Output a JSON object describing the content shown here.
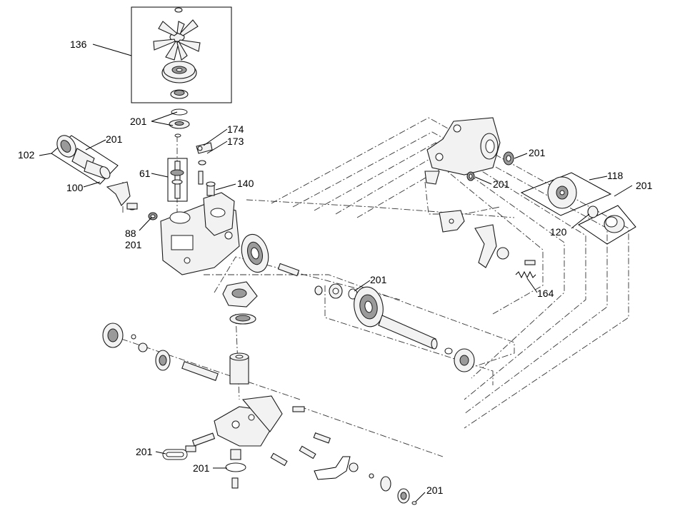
{
  "diagram": {
    "callouts": [
      {
        "id": "c136",
        "text": "136"
      },
      {
        "id": "c201a",
        "text": "201"
      },
      {
        "id": "c174",
        "text": "174"
      },
      {
        "id": "c173",
        "text": "173"
      },
      {
        "id": "c102",
        "text": "102"
      },
      {
        "id": "c201b",
        "text": "201"
      },
      {
        "id": "c100",
        "text": "100"
      },
      {
        "id": "c61",
        "text": "61"
      },
      {
        "id": "c140",
        "text": "140"
      },
      {
        "id": "c88",
        "text": "88"
      },
      {
        "id": "c201c",
        "text": "201"
      },
      {
        "id": "c201d",
        "text": "201"
      },
      {
        "id": "c201e",
        "text": "201"
      },
      {
        "id": "c118",
        "text": "118"
      },
      {
        "id": "c201f",
        "text": "201"
      },
      {
        "id": "c120",
        "text": "120"
      },
      {
        "id": "c164",
        "text": "164"
      },
      {
        "id": "c201g",
        "text": "201"
      },
      {
        "id": "c201h",
        "text": "201"
      },
      {
        "id": "c201i",
        "text": "201"
      },
      {
        "id": "c201j",
        "text": "201"
      }
    ]
  }
}
